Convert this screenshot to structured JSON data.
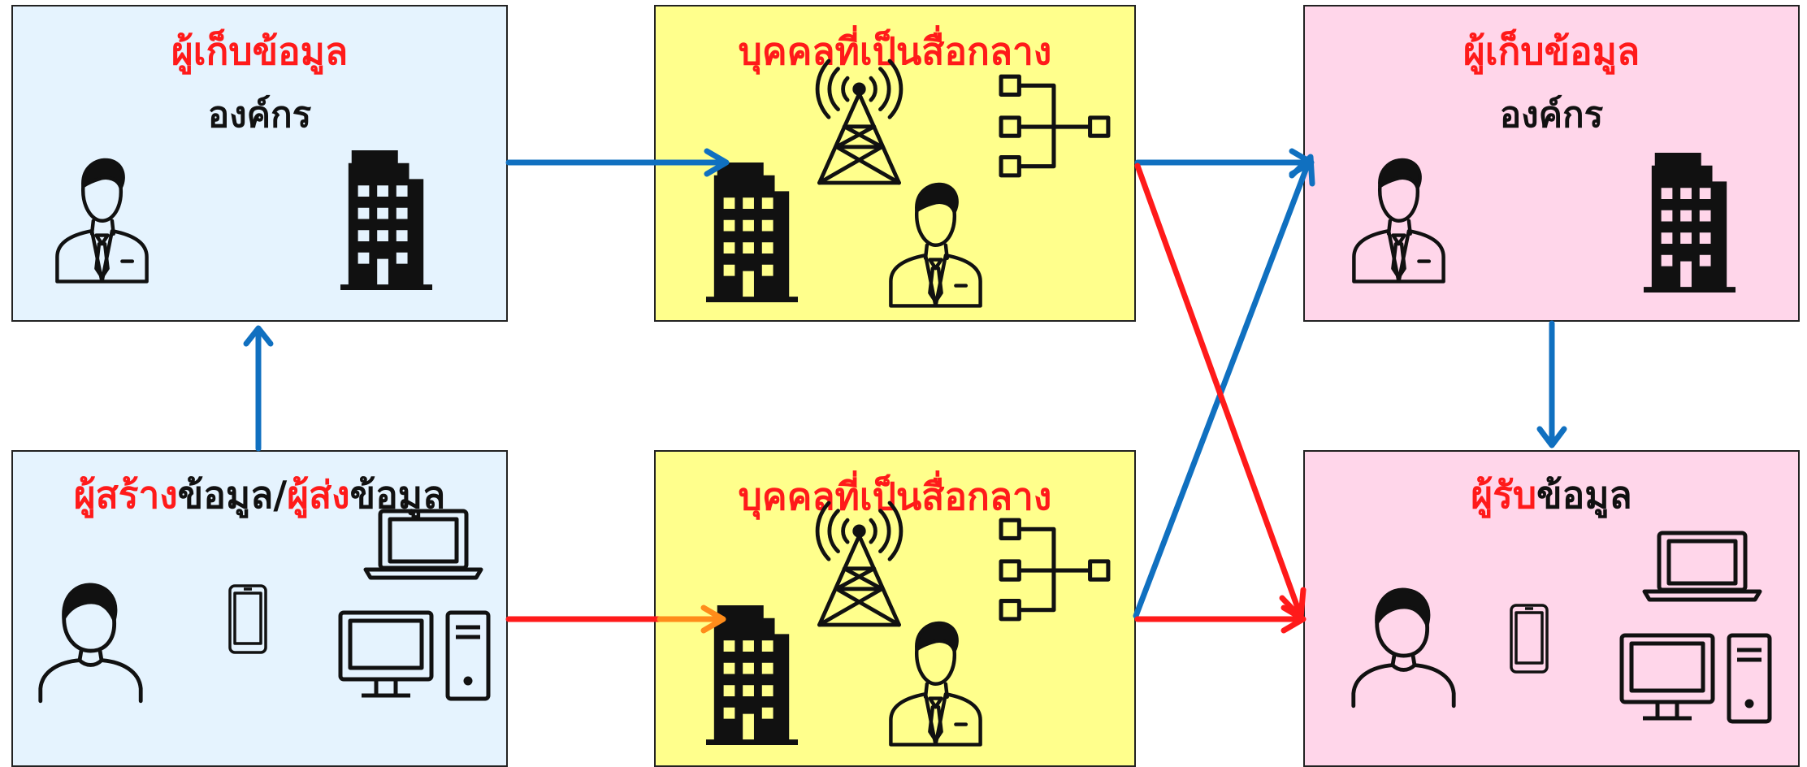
{
  "colors": {
    "box_blue": "#e5f3fe",
    "box_yellow": "#ffff8c",
    "box_pink": "#ffd6ea",
    "title_red": "#ff1a1a",
    "arrow_blue": "#1070c0",
    "arrow_red": "#ff1a1a",
    "arrow_orange": "#ff8c1a",
    "window_pink": "#f7a8cf",
    "window_yellow": "#ffff8c"
  },
  "boxes": {
    "collector_left": {
      "title": "ผู้เก็บข้อมูล",
      "subtitle": "องค์กร"
    },
    "intermediary_top": {
      "title": "บุคคลที่เป็นสื่อกลาง"
    },
    "collector_right": {
      "title": "ผู้เก็บข้อมูล",
      "subtitle": "องค์กร"
    },
    "creator": {
      "title_part1": "ผู้สร้าง",
      "title_part2": "ข้อมูล/",
      "title_part3": "ผู้ส่ง",
      "title_part4": "ข้อมูล"
    },
    "intermediary_bottom": {
      "title": "บุคคลที่เป็นสื่อกลาง"
    },
    "receiver": {
      "title_part1": "ผู้รับ",
      "title_part2": "ข้อมูล"
    }
  },
  "icons": {
    "person": "businessman-icon",
    "building": "office-building-icon",
    "tower": "radio-tower-icon",
    "network": "network-hierarchy-icon",
    "laptop": "laptop-icon",
    "desktop": "desktop-computer-icon",
    "phone": "smartphone-icon",
    "user": "user-icon"
  }
}
